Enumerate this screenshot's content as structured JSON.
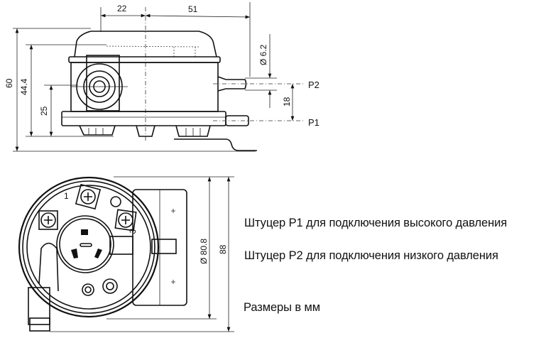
{
  "side_view": {
    "dimensions": {
      "width_left": "22",
      "width_right": "51",
      "height_total": "60",
      "height_upper": "44.4",
      "height_port": "25",
      "tube_diameter": "Ø 6.2",
      "port_spacing": "18"
    },
    "ports": {
      "p2": "P2",
      "p1": "P1"
    }
  },
  "front_view": {
    "dimensions": {
      "diameter": "Ø 80.8",
      "height": "88"
    },
    "terminal_numbers": [
      "1",
      "3"
    ]
  },
  "notes": {
    "p1": "Штуцер P1 для подключения высокого давления",
    "p2": "Штуцер P2 для подключения низкого давления",
    "units": "Размеры в мм"
  }
}
